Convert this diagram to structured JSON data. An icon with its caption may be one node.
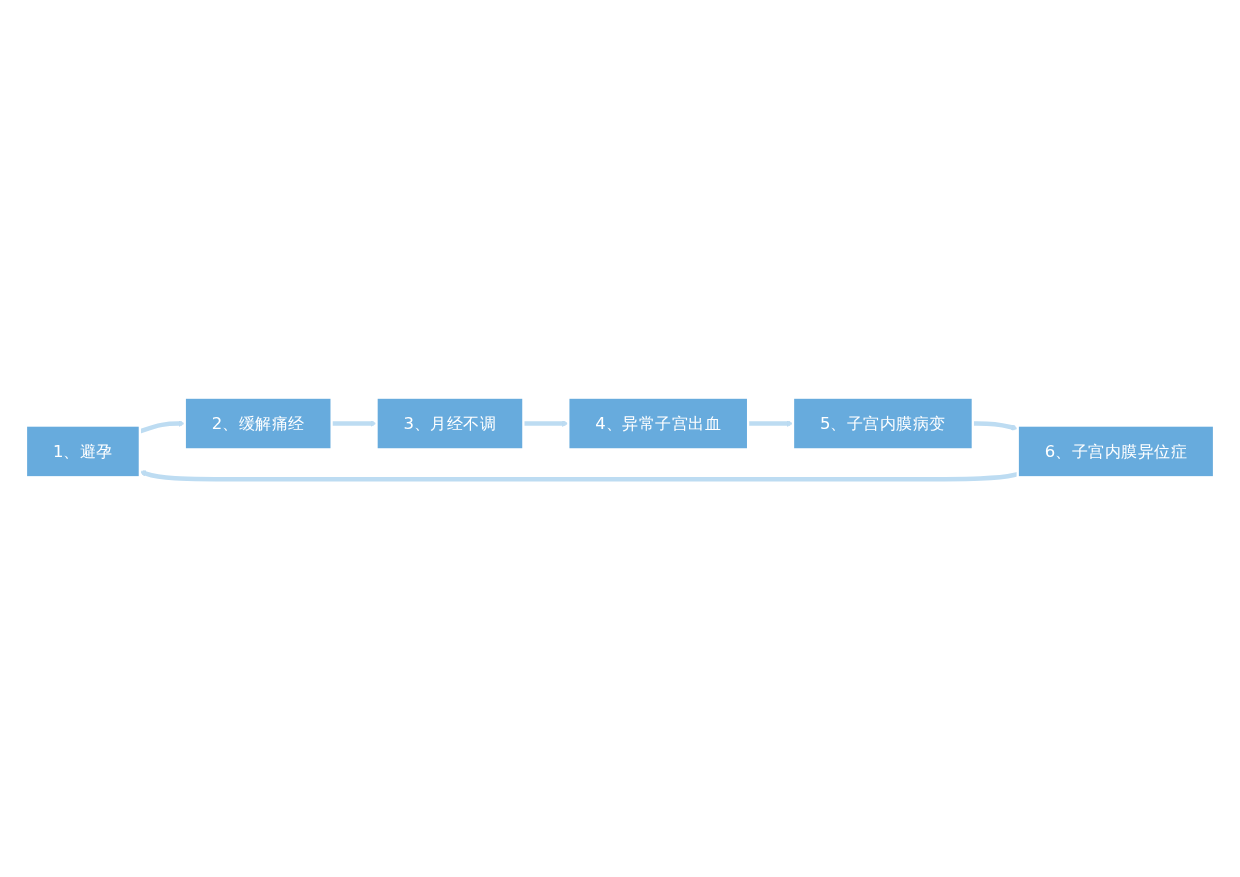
{
  "diagram": {
    "nodes": [
      {
        "text": [
          "1、避孕"
        ]
      },
      {
        "text": [
          "2、缓解痛经"
        ]
      },
      {
        "text": [
          "3、月经不调"
        ]
      },
      {
        "text": [
          "4、异常子宫出血"
        ]
      },
      {
        "text": [
          "5、子宫内膜病变"
        ]
      },
      {
        "text": [
          "6、子宫内膜异位症"
        ]
      }
    ],
    "edges": [
      {
        "from": 0,
        "to": 1,
        "arrow": "to"
      },
      {
        "from": 1,
        "to": 2,
        "arrow": "to"
      },
      {
        "from": 2,
        "to": 3,
        "arrow": "to"
      },
      {
        "from": 3,
        "to": 4,
        "arrow": "to"
      },
      {
        "from": 4,
        "to": 5,
        "arrow": "to"
      },
      {
        "from": 5,
        "to": 0,
        "arrow": "to"
      }
    ]
  }
}
